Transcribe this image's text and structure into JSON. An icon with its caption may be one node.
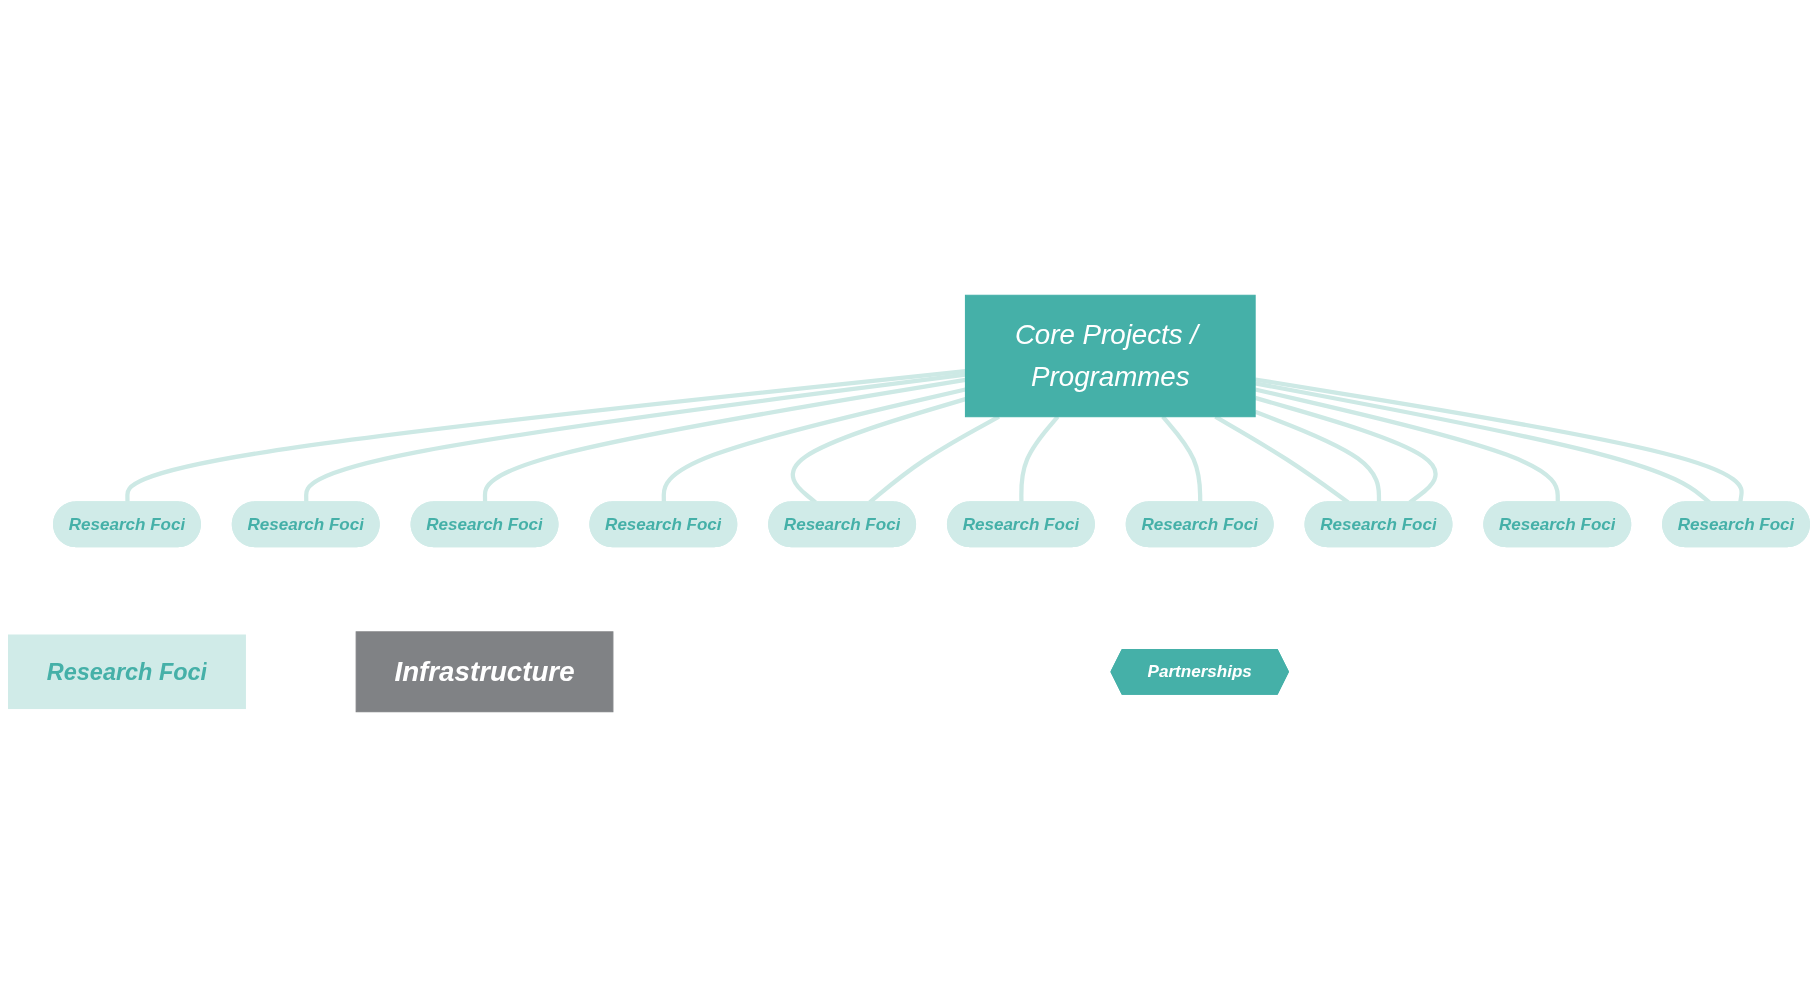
{
  "diagram": {
    "nodes": [
      {
        "text": [
          "Core Projects / Programmes"
        ]
      },
      {
        "text": [
          "Research Foci"
        ]
      },
      {
        "text": [
          "Research Foci"
        ]
      },
      {
        "text": [
          "Research Foci"
        ]
      },
      {
        "text": [
          "Research Foci"
        ]
      },
      {
        "text": [
          "Research Foci"
        ]
      },
      {
        "text": [
          "Research Foci"
        ]
      },
      {
        "text": [
          "Research Foci"
        ]
      },
      {
        "text": [
          "Research Foci"
        ]
      },
      {
        "text": [
          "Research Foci"
        ]
      },
      {
        "text": [
          "Research Foci"
        ]
      },
      {
        "text": [
          "Research Foci"
        ]
      },
      {
        "text": [
          "Partnerships"
        ]
      },
      {
        "text": [
          "Infrastructure"
        ]
      }
    ],
    "edges": [
      {
        "from": 0,
        "to": 2,
        "arrow": "none"
      },
      {
        "from": 0,
        "to": 5,
        "arrow": "none"
      },
      {
        "from": 0,
        "to": 10,
        "arrow": "none"
      },
      {
        "from": 0,
        "to": 8,
        "arrow": "none"
      },
      {
        "from": 0,
        "to": 11,
        "arrow": "none"
      },
      {
        "from": 0,
        "to": 9,
        "arrow": "none"
      },
      {
        "from": 0,
        "to": 3,
        "arrow": "none"
      },
      {
        "from": 0,
        "to": 6,
        "arrow": "none"
      },
      {
        "from": 0,
        "to": 6,
        "arrow": "none"
      },
      {
        "from": 0,
        "to": 7,
        "arrow": "none"
      },
      {
        "from": 0,
        "to": 9,
        "arrow": "none"
      },
      {
        "from": 0,
        "to": 9,
        "arrow": "none"
      },
      {
        "from": 0,
        "to": 11,
        "arrow": "none"
      },
      {
        "from": 0,
        "to": 4,
        "arrow": "none"
      }
    ]
  }
}
